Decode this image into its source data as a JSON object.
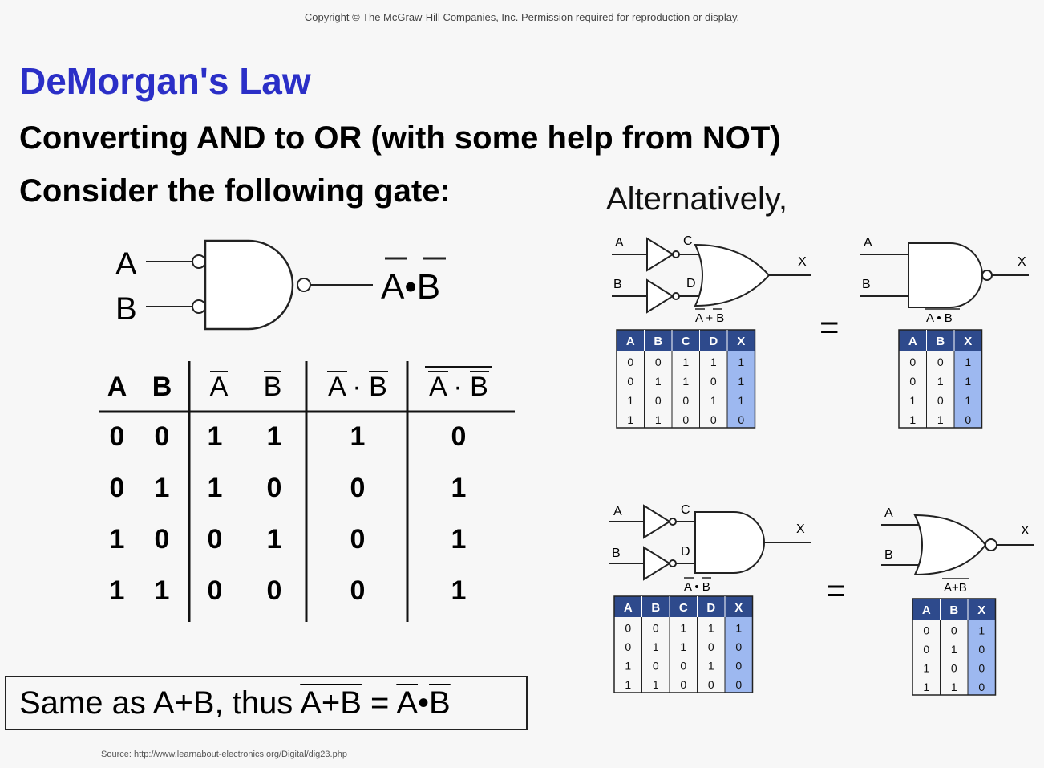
{
  "header": {
    "copyright": "Copyright © The McGraw-Hill Companies, Inc.  Permission required for reproduction or display.",
    "title": "DeMorgan's Law",
    "subtitle1": "Converting AND to OR (with some help from NOT)",
    "subtitle2": "Consider the following gate:",
    "alternatively": "Alternatively,"
  },
  "main_gate": {
    "input_a": "A",
    "input_b": "B",
    "output": "A•B"
  },
  "main_table": {
    "headers": [
      "A",
      "B",
      "A",
      "B",
      "A · B",
      "A · B"
    ],
    "rows": [
      [
        "0",
        "0",
        "1",
        "1",
        "1",
        "0"
      ],
      [
        "0",
        "1",
        "1",
        "0",
        "0",
        "1"
      ],
      [
        "1",
        "0",
        "0",
        "1",
        "0",
        "1"
      ],
      [
        "1",
        "1",
        "0",
        "0",
        "0",
        "1"
      ]
    ]
  },
  "conclusion": {
    "prefix": "Same as A+B, thus ",
    "lhs": "A+B",
    "eq": " = ",
    "rhs_a": "A",
    "dot": "•",
    "rhs_b": "B"
  },
  "alt_top": {
    "left_labels": {
      "a": "A",
      "b": "B",
      "c": "C",
      "d": "D",
      "x": "X",
      "expr": "A + B"
    },
    "left_table": {
      "headers": [
        "A",
        "B",
        "C",
        "D",
        "X"
      ],
      "rows": [
        [
          "0",
          "0",
          "1",
          "1",
          "1"
        ],
        [
          "0",
          "1",
          "1",
          "0",
          "1"
        ],
        [
          "1",
          "0",
          "0",
          "1",
          "1"
        ],
        [
          "1",
          "1",
          "0",
          "0",
          "0"
        ]
      ]
    },
    "equals": "=",
    "right_labels": {
      "a": "A",
      "b": "B",
      "x": "X",
      "expr": "A • B"
    },
    "right_table": {
      "headers": [
        "A",
        "B",
        "X"
      ],
      "rows": [
        [
          "0",
          "0",
          "1"
        ],
        [
          "0",
          "1",
          "1"
        ],
        [
          "1",
          "0",
          "1"
        ],
        [
          "1",
          "1",
          "0"
        ]
      ]
    }
  },
  "alt_bottom": {
    "left_labels": {
      "a": "A",
      "b": "B",
      "c": "C",
      "d": "D",
      "x": "X",
      "expr": "A • B"
    },
    "left_table": {
      "headers": [
        "A",
        "B",
        "C",
        "D",
        "X"
      ],
      "rows": [
        [
          "0",
          "0",
          "1",
          "1",
          "1"
        ],
        [
          "0",
          "1",
          "1",
          "0",
          "0"
        ],
        [
          "1",
          "0",
          "0",
          "1",
          "0"
        ],
        [
          "1",
          "1",
          "0",
          "0",
          "0"
        ]
      ]
    },
    "equals": "=",
    "right_labels": {
      "a": "A",
      "b": "B",
      "x": "X",
      "expr": "A+B"
    },
    "right_table": {
      "headers": [
        "A",
        "B",
        "X"
      ],
      "rows": [
        [
          "0",
          "0",
          "1"
        ],
        [
          "0",
          "1",
          "0"
        ],
        [
          "1",
          "0",
          "0"
        ],
        [
          "1",
          "1",
          "0"
        ]
      ]
    }
  },
  "footer": {
    "source": "Source: http://www.learnabout-electronics.org/Digital/dig23.php"
  },
  "colors": {
    "title": "#2b2fc7",
    "table_header": "#2e4a8c",
    "table_highlight": "#9db8f0"
  }
}
